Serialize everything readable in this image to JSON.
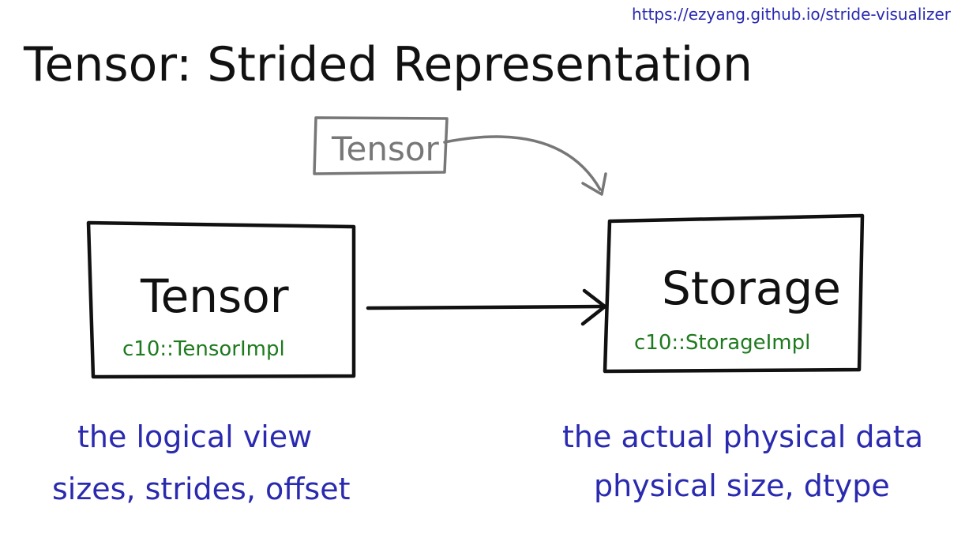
{
  "source_url": "https://ezyang.github.io/stride-visualizer",
  "title": "Tensor: Strided Representation",
  "small_box": {
    "label": "Tensor"
  },
  "tensor_box": {
    "label": "Tensor",
    "impl": "c10::TensorImpl"
  },
  "storage_box": {
    "label": "Storage",
    "impl": "c10::StorageImpl"
  },
  "tensor_notes": {
    "line1": "the logical view",
    "line2": "sizes, strides, offset"
  },
  "storage_notes": {
    "line1": "the actual physical data",
    "line2": "physical size, dtype"
  },
  "colors": {
    "ink": "#111111",
    "gray": "#777777",
    "green": "#1e7a1e",
    "blue": "#2a2ab0"
  }
}
